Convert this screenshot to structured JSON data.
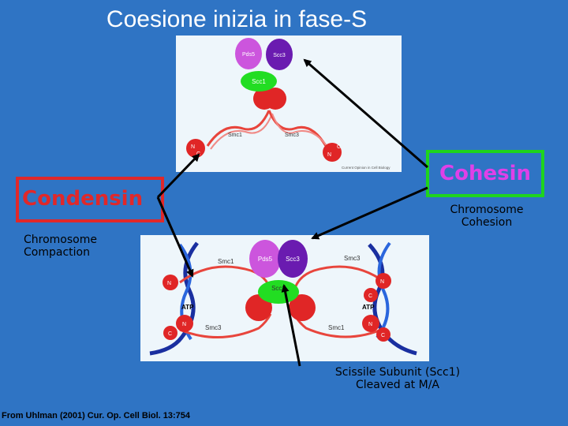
{
  "title": "Coesione inizia in fase-S",
  "condensin_label": "Condensin",
  "cohesin_label": "Cohesin",
  "condensin_note": [
    "Chromosome",
    "Compaction"
  ],
  "cohesin_note": [
    "Chromosome",
    "Cohesion"
  ],
  "scissile_note": [
    "Scissile Subunit (Scc1)",
    "Cleaved at M/A"
  ],
  "credit": "From Uhlman (2001) Cur. Op. Cell Biol. 13:754",
  "top_figure": {
    "pds5": "Pds5",
    "scc3": "Scc3",
    "scc1": "Scc1",
    "smc1": "Smc1",
    "smc3": "Smc3",
    "n": "N",
    "c": "C",
    "copyright": "Current Opinion in Cell Biology"
  },
  "bottom_figure": {
    "pds5": "Pds5",
    "scc3": "Scc3",
    "scc1": "Scc1",
    "smc1": "Smc1",
    "smc3": "Smc3",
    "atp": "ATP",
    "n": "N",
    "c": "C"
  },
  "colors": {
    "background": "#2f74c4",
    "condensin_border": "#e0282a",
    "cohesin_border": "#1ed41e",
    "cohesin_text": "#e040e8"
  }
}
